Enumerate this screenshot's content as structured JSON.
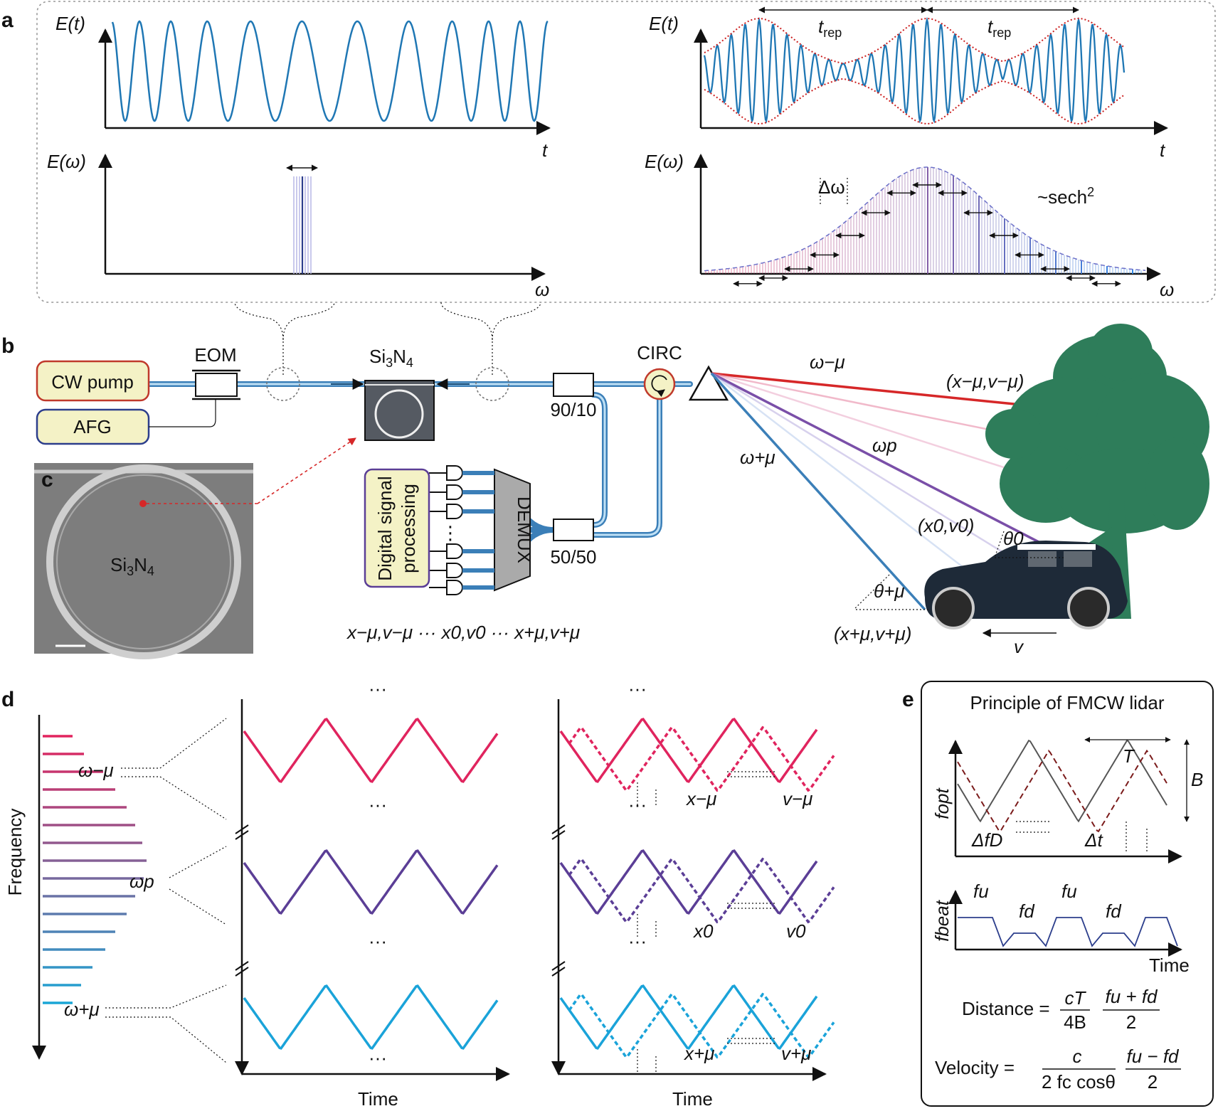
{
  "panels": {
    "a": "a",
    "b": "b",
    "c": "c",
    "d": "d",
    "e": "e"
  },
  "panel_a": {
    "left_top_ylabel": "E(t)",
    "left_top_xlabel": "t",
    "left_bottom_ylabel": "E(ω)",
    "left_bottom_xlabel": "ω",
    "right_top_ylabel": "E(t)",
    "right_top_xlabel": "t",
    "right_bottom_ylabel": "E(ω)",
    "right_bottom_xlabel": "ω",
    "trep_main": "t",
    "trep_sub": "rep",
    "delta_omega": "Δω",
    "sech_label": "~sech",
    "sech_sup": "2"
  },
  "panel_b": {
    "cw_pump": "CW pump",
    "afg": "AFG",
    "eom": "EOM",
    "si3n4_chip": "Si3N4",
    "split_90_10": "90/10",
    "split_50_50": "50/50",
    "circ": "CIRC",
    "dsp_line1": "Digital signal",
    "dsp_line2": "processing",
    "demux": "DEMUX",
    "outputs_text": "x−μ,v−μ ··· x0,v0 ··· x+μ,v+μ",
    "omega_minus": "ω−μ",
    "omega_p": "ωp",
    "omega_plus": "ω+μ",
    "xv_minus": "(x−μ,v−μ)",
    "xv_zero": "(x0,v0)",
    "xv_plus": "(x+μ,v+μ)",
    "theta_0": "θ0",
    "theta_plus": "θ+μ",
    "velocity": "v"
  },
  "panel_c": {
    "label": "Si3N4"
  },
  "panel_d": {
    "ylabel": "Frequency",
    "xlabel_left": "Time",
    "xlabel_right": "Time",
    "omega_minus": "ω−μ",
    "omega_p": "ωp",
    "omega_plus": "ω+μ",
    "dots": "···",
    "x_minus": "x−μ",
    "v_minus": "v−μ",
    "x_zero": "x0",
    "v_zero": "v0",
    "x_plus": "x+μ",
    "v_plus": "v+μ"
  },
  "panel_e": {
    "title": "Principle of FMCW lidar",
    "T": "T",
    "B": "B",
    "f_opt": "fopt",
    "delta_fD": "ΔfD",
    "delta_t": "Δt",
    "f_u": "fu",
    "f_d": "fd",
    "f_beat": "fbeat",
    "time": "Time",
    "distance_label": "Distance =",
    "velocity_label": "Velocity =",
    "dist_num": "cT",
    "dist_den": "4B",
    "vel_num": "c",
    "vel_den": "2 fc cosθ",
    "sum_num": "fu + fd",
    "diff_num": "fu − fd",
    "half_den": "2"
  },
  "colors": {
    "wave_blue": "#1f77b4",
    "envelope_red": "#cc1f1f",
    "minus_mu": "#e0245e",
    "pump": "#5b3e96",
    "plus_mu": "#1aa3d9",
    "fmcw_solid": "#555555",
    "fmcw_dashed": "#7a1a1a",
    "tree": "#2e7d5a",
    "car": "#1e2a38",
    "box_fill": "#f4f2c6",
    "box_red_border": "#c0392b",
    "box_blue_border": "#2c3e8c",
    "box_purple_border": "#5b3e96"
  }
}
